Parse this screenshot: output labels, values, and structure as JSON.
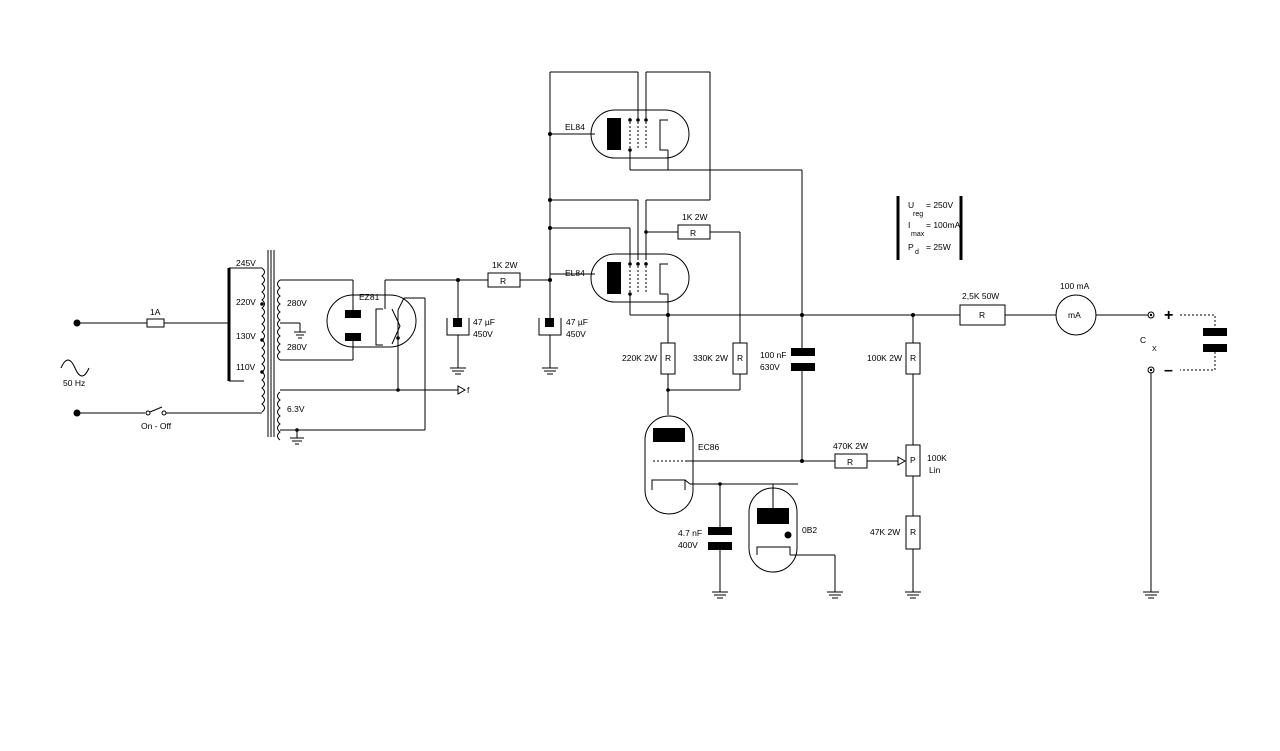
{
  "labels": {
    "mains_freq": "50 Hz",
    "fuse": "1A",
    "switch": "On - Off",
    "tap_245": "245V",
    "tap_220": "220V",
    "tap_130": "130V",
    "tap_110": "110V",
    "sec_280a": "280V",
    "sec_280b": "280V",
    "sec_63": "6.3V",
    "rectifier": "EZ81",
    "heater_out": "f",
    "cap1_value": "47 µF",
    "cap1_voltage": "450V",
    "r_series": "1K 2W",
    "cap2_value": "47 µF",
    "cap2_voltage": "450V",
    "tube_top": "EL84",
    "tube_mid": "EL84",
    "r_feedback": "1K 2W",
    "r_220k": "220K 2W",
    "r_330k": "330K 2W",
    "cap3_value": "100 nF",
    "cap3_voltage": "630V",
    "tube_ec86": "EC86",
    "r_470k": "470K 2W",
    "cap4_value": "4.7 nF",
    "cap4_voltage": "400V",
    "tube_ref": "0B2",
    "r_100k": "100K 2W",
    "pot_value": "100K",
    "pot_taper": "Lin",
    "r_47k": "47K 2W",
    "r_out": "2,5K  50W",
    "meter_range": "100 mA",
    "meter_unit": "mA",
    "load_cap": "C",
    "load_cap_sub": "X",
    "plus": "+",
    "minus": "–",
    "resistor_symbol": "R",
    "pot_symbol": "P"
  },
  "specs": {
    "u_main": "U",
    "u_sub": "reg",
    "u_value": "= 250V",
    "i_main": "I",
    "i_sub": "max",
    "i_value": "= 100mA",
    "p_main": "P",
    "p_sub": "d",
    "p_value": "= 25W"
  }
}
